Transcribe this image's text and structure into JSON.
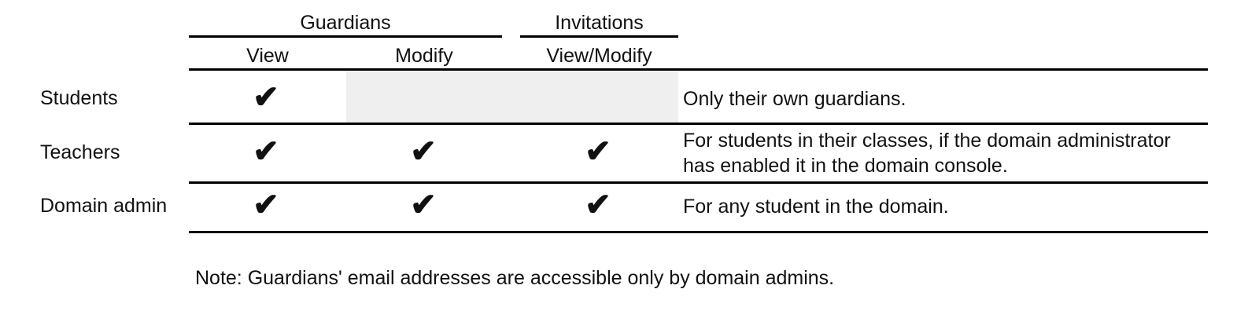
{
  "table": {
    "groups": [
      {
        "label": "Guardians"
      },
      {
        "label": "Invitations"
      }
    ],
    "columns": [
      {
        "label": "View"
      },
      {
        "label": "Modify"
      },
      {
        "label": "View/Modify"
      }
    ],
    "check_glyph": "✔",
    "shade_color": "#efefef",
    "rule_color": "#000000",
    "rows": [
      {
        "label": "Students",
        "view": "✔",
        "modify": "",
        "view_modify": "",
        "modify_shaded": true,
        "view_modify_shaded": true,
        "description": "Only their own guardians."
      },
      {
        "label": "Teachers",
        "view": "✔",
        "modify": "✔",
        "view_modify": "✔",
        "modify_shaded": false,
        "view_modify_shaded": false,
        "description": "For students in their classes, if the domain administrator has enabled it in the domain console."
      },
      {
        "label": "Domain admin",
        "view": "✔",
        "modify": "✔",
        "view_modify": "✔",
        "modify_shaded": false,
        "view_modify_shaded": false,
        "description": "For any student in the domain."
      }
    ]
  },
  "note": "Note: Guardians' email addresses are accessible only by domain admins."
}
